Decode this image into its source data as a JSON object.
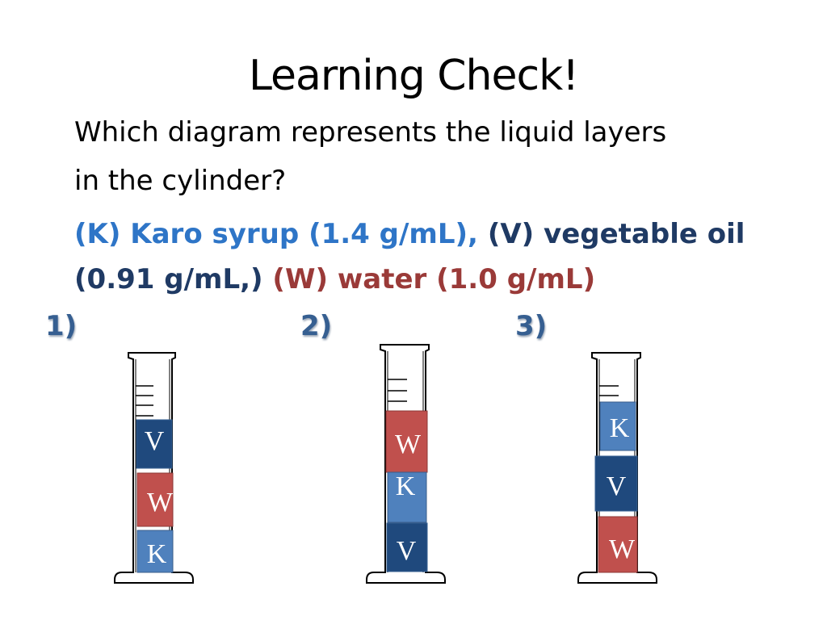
{
  "slide": {
    "title": "Learning Check!",
    "question_line1": "Which diagram represents the liquid layers",
    "question_line2": "in the cylinder?",
    "liquid_k": "(K) Karo syrup (1.4 g/mL),",
    "liquid_v": "(V) vegetable oil",
    "liquid_v_density": "(0.91 g/mL,)",
    "liquid_w": "(W) water (1.0 g/mL)"
  },
  "colors": {
    "k": "#4f81bd",
    "v": "#1f497d",
    "w": "#c0504d"
  },
  "diagrams": [
    {
      "label": "1)",
      "layers_top_to_bottom": [
        "V",
        "W",
        "K"
      ]
    },
    {
      "label": "2)",
      "layers_top_to_bottom": [
        "W",
        "K",
        "V"
      ]
    },
    {
      "label": "3)",
      "layers_top_to_bottom": [
        "K",
        "V",
        "W"
      ]
    }
  ]
}
